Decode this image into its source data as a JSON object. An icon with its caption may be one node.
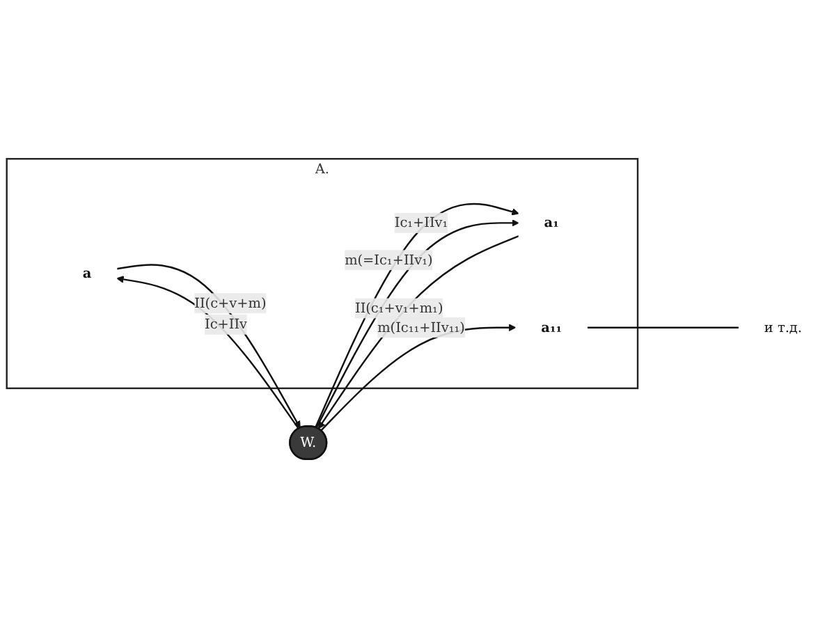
{
  "diagram": {
    "nodes": [
      {
        "text": [
          "A."
        ]
      },
      {
        "text": [
          "a"
        ],
        "in": 0
      },
      {
        "text": [
          "a₁"
        ],
        "in": 0
      },
      {
        "text": [
          "a₁₁"
        ],
        "in": 0
      },
      {
        "text": [
          "W."
        ]
      },
      {
        "text": [
          "и т.д."
        ]
      }
    ],
    "edges": [
      {
        "from": 1,
        "to": 4,
        "arrow": "to",
        "label": "II(c+v+m)"
      },
      {
        "from": 4,
        "to": 1,
        "arrow": "to",
        "label": "Ic+IIv"
      },
      {
        "from": 4,
        "to": 2,
        "arrow": "to",
        "label": "m(=Ic₁+IIv₁)"
      },
      {
        "from": 2,
        "to": 4,
        "arrow": "to",
        "label": "II(c₁+v₁+m₁)"
      },
      {
        "from": 4,
        "to": 2,
        "arrow": "to",
        "label": "Ic₁+IIv₁"
      },
      {
        "from": 4,
        "to": 3,
        "arrow": "to",
        "label": "m(Ic₁₁+IIv₁₁)"
      },
      {
        "from": 3,
        "to": 5,
        "arrow": "none"
      }
    ]
  }
}
